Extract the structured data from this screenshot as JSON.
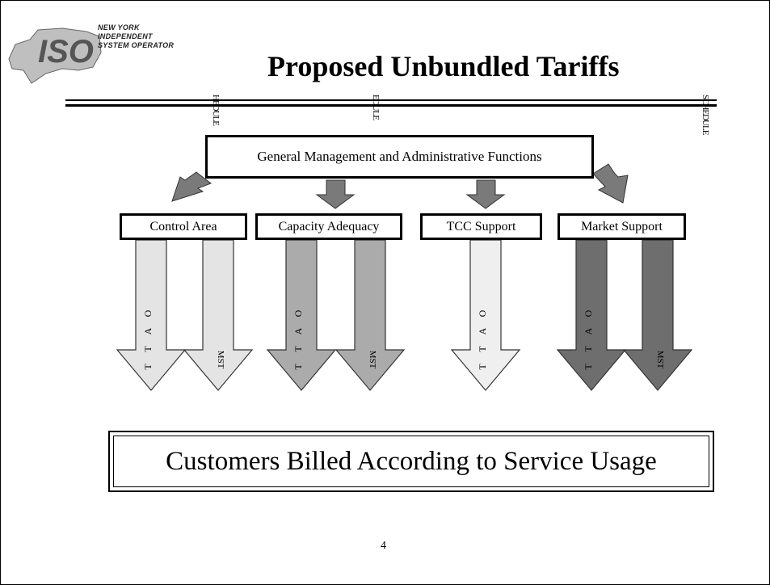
{
  "logo": {
    "mark": "ISO",
    "lines": [
      "NEW YORK",
      "INDEPENDENT",
      "SYSTEM OPERATOR"
    ]
  },
  "title": "Proposed Unbundled Tariffs",
  "schedule_labels": [
    "HEDULE",
    "EDULE",
    "SCHEDULE"
  ],
  "top_box": "General Management and Administrative Functions",
  "functions": [
    {
      "label": "Control Area",
      "color": "#e4e4e4",
      "arrows": [
        "OATT",
        "MST"
      ]
    },
    {
      "label": "Capacity Adequacy",
      "color": "#ababab",
      "arrows": [
        "OATT",
        "MST"
      ]
    },
    {
      "label": "TCC Support",
      "color": "#efefef",
      "arrows": [
        "OATT"
      ]
    },
    {
      "label": "Market Support",
      "color": "#6e6e6e",
      "arrows": [
        "OATT",
        "MST"
      ]
    }
  ],
  "feeder_arrow_color": "#7a7a7a",
  "footer": "Customers Billed According to Service Usage",
  "page_number": "4"
}
